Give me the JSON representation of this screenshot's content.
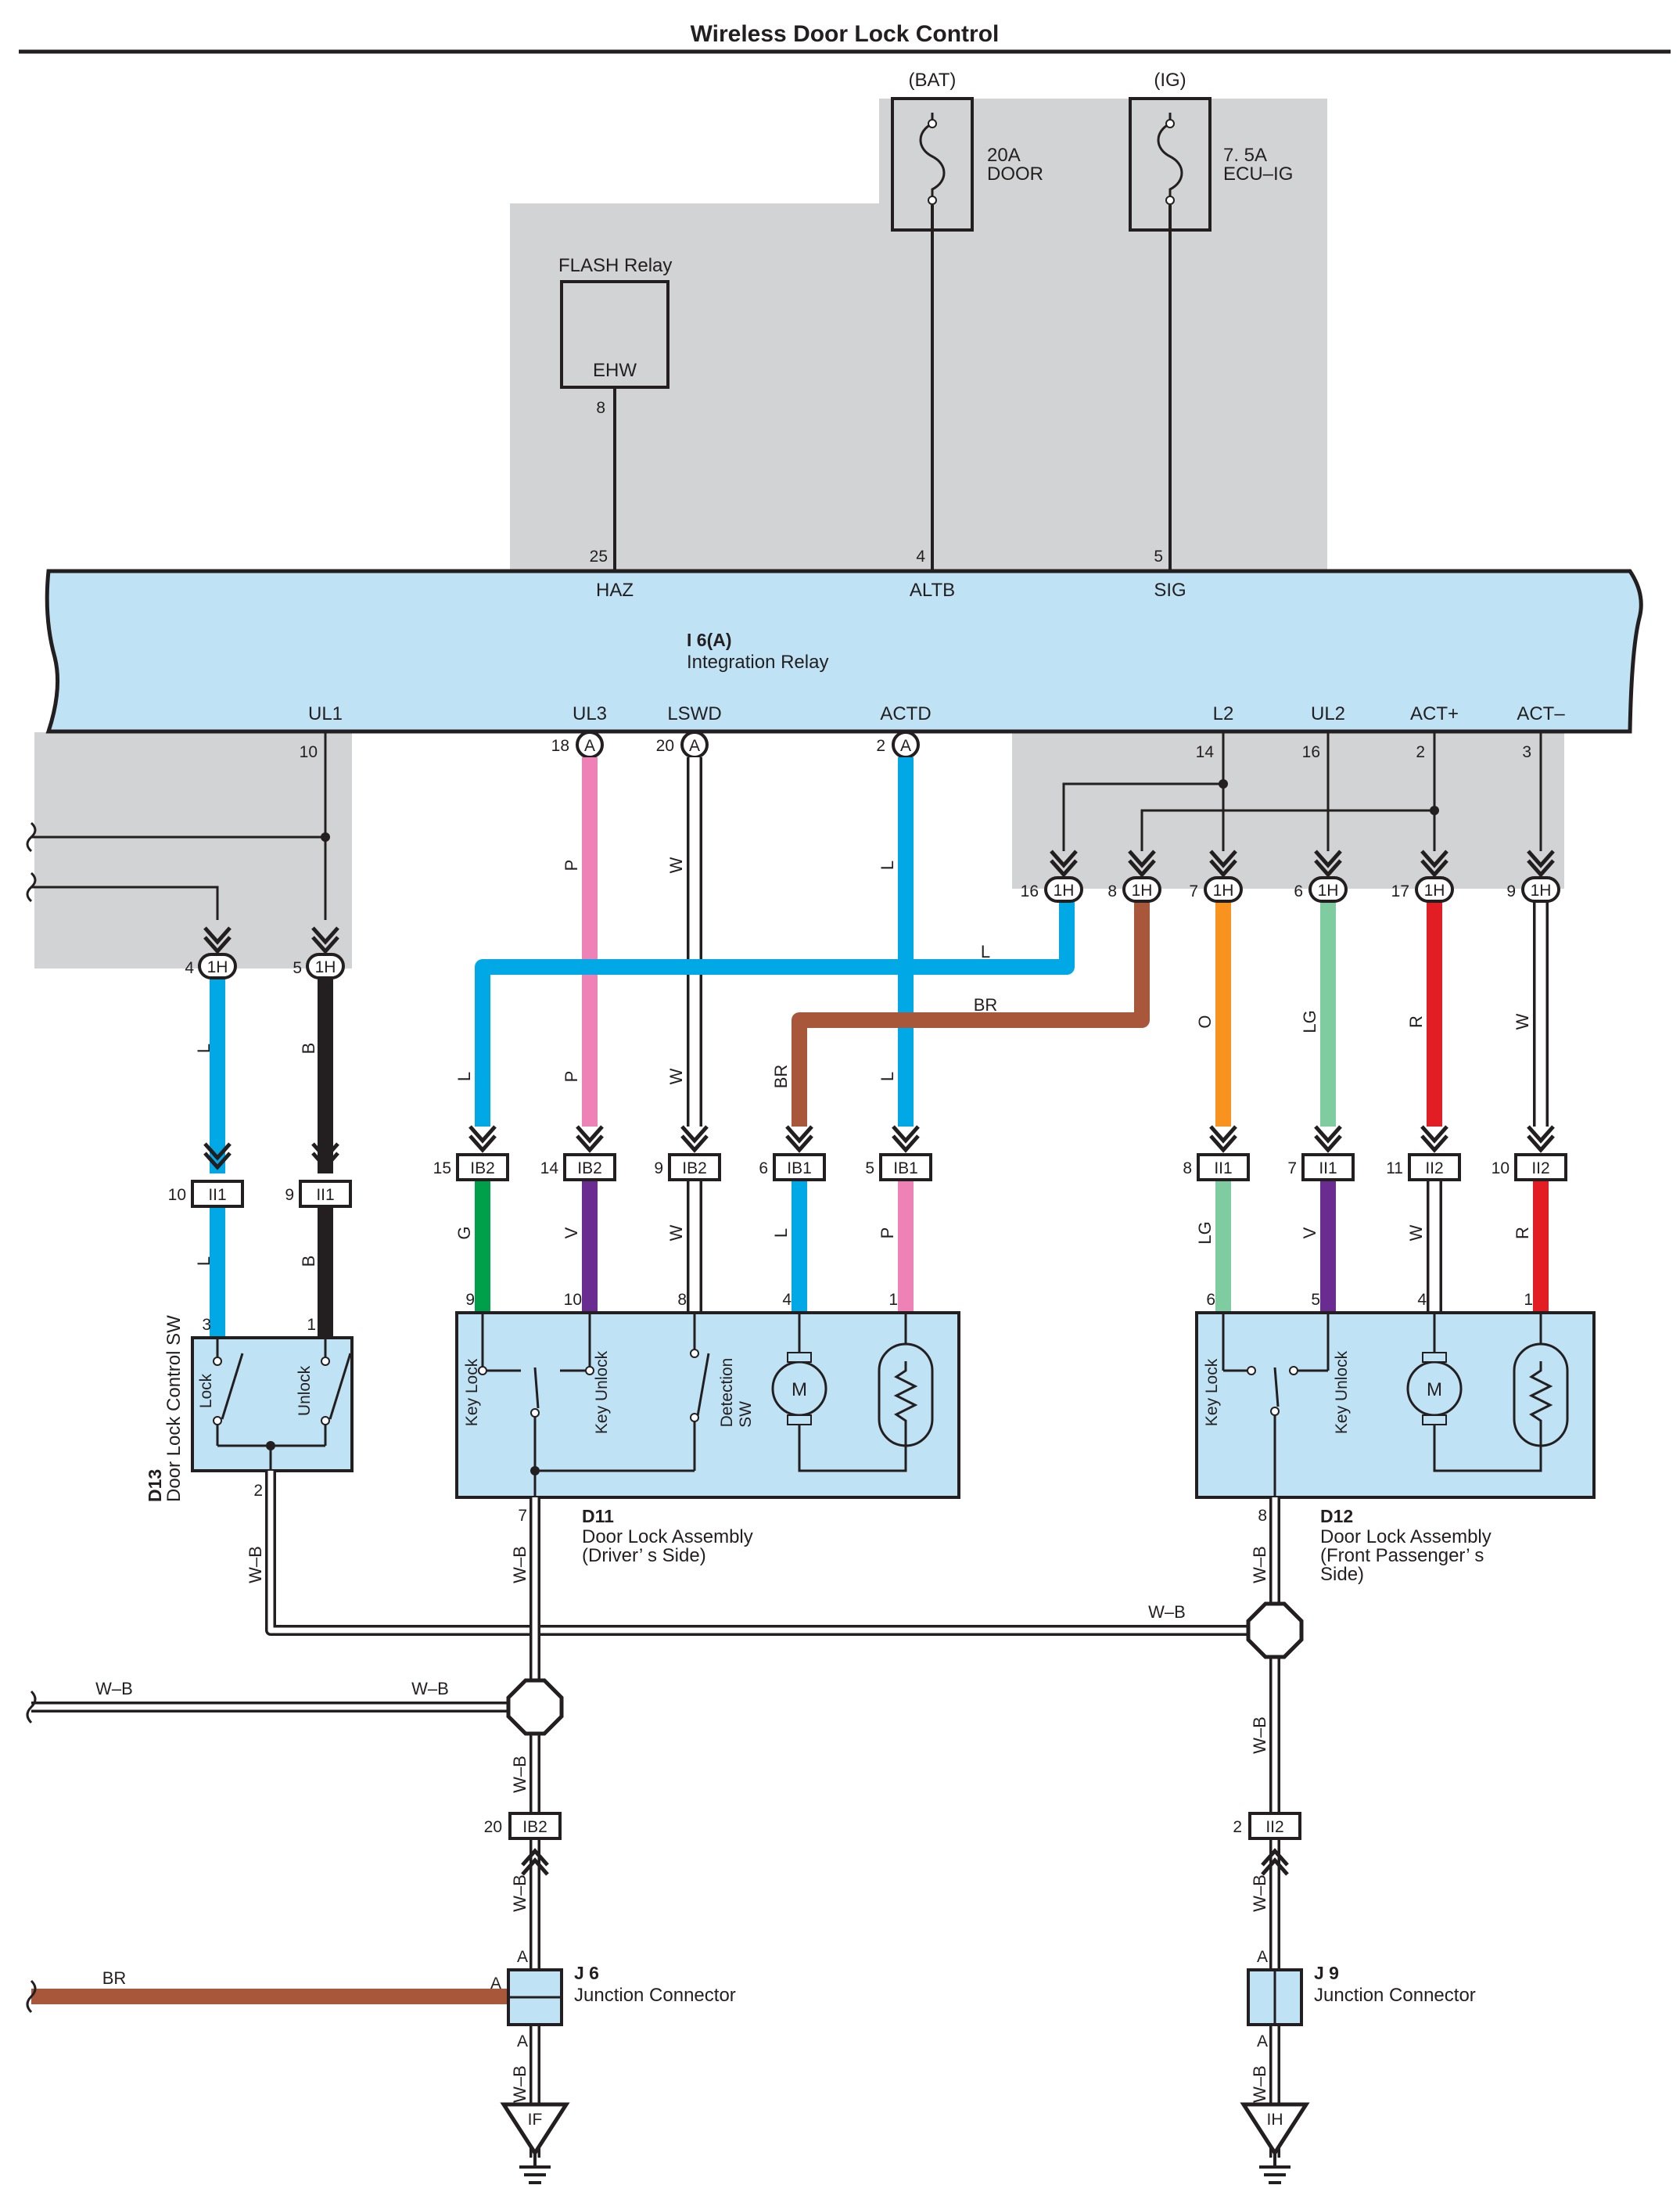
{
  "title": "Wireless Door Lock Control",
  "fuses": [
    {
      "source": "(BAT)",
      "rating": "20A",
      "name": "DOOR"
    },
    {
      "source": "(IG)",
      "rating": "7. 5A",
      "name": "ECU–IG"
    }
  ],
  "flash_relay": {
    "title": "FLASH Relay",
    "terminal": "EHW",
    "pin": "8"
  },
  "integration_relay": {
    "code": "I 6(A)",
    "name": "Integration Relay",
    "top_pins": [
      {
        "pin": "25",
        "label": "HAZ"
      },
      {
        "pin": "4",
        "label": "ALTB"
      },
      {
        "pin": "5",
        "label": "SIG"
      }
    ],
    "bottom_pins": [
      {
        "pin": "10",
        "label": "UL1",
        "ring": ""
      },
      {
        "pin": "18",
        "label": "UL3",
        "ring": "A"
      },
      {
        "pin": "20",
        "label": "LSWD",
        "ring": "A"
      },
      {
        "pin": "2",
        "label": "ACTD",
        "ring": "A"
      },
      {
        "pin": "14",
        "label": "L2",
        "ring": ""
      },
      {
        "pin": "16",
        "label": "UL2",
        "ring": ""
      },
      {
        "pin": "2",
        "label": "ACT+",
        "ring": ""
      },
      {
        "pin": "3",
        "label": "ACT–",
        "ring": ""
      }
    ]
  },
  "connectors_1h": [
    {
      "pin": "4",
      "code": "1H"
    },
    {
      "pin": "5",
      "code": "1H"
    },
    {
      "pin": "16",
      "code": "1H"
    },
    {
      "pin": "8",
      "code": "1H"
    },
    {
      "pin": "7",
      "code": "1H"
    },
    {
      "pin": "6",
      "code": "1H"
    },
    {
      "pin": "17",
      "code": "1H"
    },
    {
      "pin": "9",
      "code": "1H"
    }
  ],
  "inline_connectors": [
    {
      "pin": "10",
      "code": "II1"
    },
    {
      "pin": "9",
      "code": "II1"
    },
    {
      "pin": "15",
      "code": "IB2"
    },
    {
      "pin": "14",
      "code": "IB2"
    },
    {
      "pin": "9",
      "code": "IB2"
    },
    {
      "pin": "6",
      "code": "IB1"
    },
    {
      "pin": "5",
      "code": "IB1"
    },
    {
      "pin": "8",
      "code": "II1"
    },
    {
      "pin": "7",
      "code": "II1"
    },
    {
      "pin": "11",
      "code": "II2"
    },
    {
      "pin": "10",
      "code": "II2"
    },
    {
      "pin": "20",
      "code": "IB2"
    },
    {
      "pin": "2",
      "code": "II2"
    }
  ],
  "wire_colors": {
    "L": "L",
    "B": "B",
    "P": "P",
    "W": "W",
    "BR": "BR",
    "O": "O",
    "LG": "LG",
    "R": "R",
    "G": "G",
    "V": "V",
    "WB": "W–B"
  },
  "colors": {
    "L": "#00a9e6",
    "B": "#231f20",
    "P": "#ee82b6",
    "W": "#ffffff",
    "BR": "#a9573a",
    "O": "#f7931e",
    "LG": "#7fcca0",
    "R": "#e31d24",
    "G": "#00a04a",
    "V": "#6b2c91",
    "panel": "#d1d3d4",
    "component": "#bfe3f4"
  },
  "d13": {
    "code": "D13",
    "name": "Door Lock Control SW",
    "lock": "Lock",
    "unlock": "Unlock",
    "pins": [
      "3",
      "1",
      "2"
    ]
  },
  "d11": {
    "code": "D11",
    "name": "Door Lock Assembly",
    "side": "(Driver’ s Side)",
    "key_lock": "Key Lock",
    "key_unlock": "Key Unlock",
    "detection": "Detection",
    "sw": "SW",
    "motor": "M",
    "pins": [
      "9",
      "10",
      "8",
      "4",
      "1",
      "7"
    ]
  },
  "d12": {
    "code": "D12",
    "name": "Door Lock Assembly",
    "side1": "(Front Passenger’ s",
    "side2": "Side)",
    "key_lock": "Key Lock",
    "key_unlock": "Key Unlock",
    "motor": "M",
    "pins": [
      "6",
      "5",
      "4",
      "1",
      "8"
    ]
  },
  "j6": {
    "code": "J 6",
    "name": "Junction Connector",
    "pin": "A"
  },
  "j9": {
    "code": "J 9",
    "name": "Junction Connector",
    "pin": "A"
  },
  "grounds": [
    "IF",
    "IH"
  ]
}
